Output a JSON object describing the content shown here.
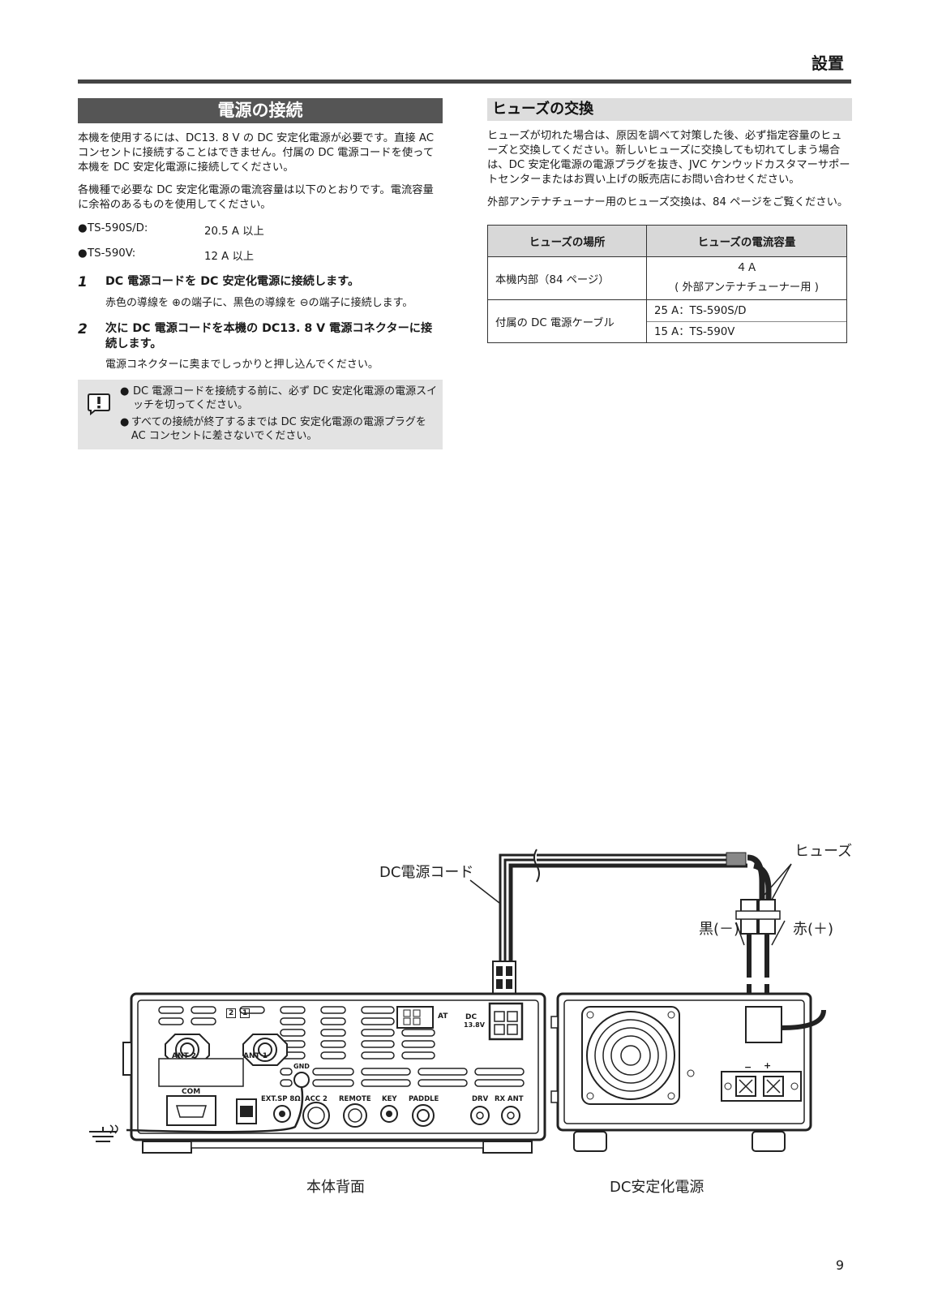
{
  "header": {
    "title": "設置"
  },
  "left": {
    "section_title": "電源の接続",
    "para1": "本機を使用するには、DC13. 8 V の DC 安定化電源が必要です。直接 AC コンセントに接続することはできません。付属の DC 電源コードを使って本機を DC 安定化電源に接続してください。",
    "para2": "各機種で必要な DC 安定化電源の電流容量は以下のとおりです。電流容量に余裕のあるものを使用してください。",
    "bullets": [
      {
        "model": "TS-590S/D:",
        "value": "20.5 A 以上"
      },
      {
        "model": "TS-590V:",
        "value": "12 A 以上"
      }
    ],
    "steps": [
      {
        "num": "1",
        "text": "DC 電源コードを DC 安定化電源に接続します。",
        "sub": "赤色の導線を ⊕の端子に、黒色の導線を ⊖の端子に接続します。"
      },
      {
        "num": "2",
        "text": "次に DC 電源コードを本機の DC13. 8 V 電源コネクターに接続します。",
        "sub": "電源コネクターに奥までしっかりと押し込んでください。"
      }
    ],
    "notes": [
      "DC 電源コードを接続する前に、必ず DC 安定化電源の電源スイッチを切ってください。",
      "すべての接続が終了するまでは DC 安定化電源の電源プラグを AC コンセントに差さないでください。"
    ]
  },
  "right": {
    "section_title": "ヒューズの交換",
    "para1": "ヒューズが切れた場合は、原因を調べて対策した後、必ず指定容量のヒューズと交換してください。新しいヒューズに交換しても切れてしまう場合は、DC 安定化電源の電源プラグを抜き、JVC ケンウッドカスタマーサポートセンターまたはお買い上げの販売店にお問い合わせください。",
    "para2": "外部アンテナチューナー用のヒューズ交換は、84 ページをご覧ください。",
    "table": {
      "headers": [
        "ヒューズの場所",
        "ヒューズの電流容量"
      ],
      "rows": [
        {
          "location": "本機内部（84 ページ）",
          "cap1": "４Ａ",
          "cap2": "( 外部アンテナチューナー用 )"
        },
        {
          "location": "付属の DC 電源ケーブル",
          "cap1": "25 A：TS-590S/D",
          "cap2": "15 A：TS-590V"
        }
      ]
    }
  },
  "figure": {
    "label_cord": "DC電源コード",
    "label_fuse": "ヒューズ",
    "label_black": "黒(－)",
    "label_red": "赤(＋)",
    "label_rear": "本体背面",
    "label_psu": "DC安定化電源",
    "panel": {
      "ant2": "ANT 2",
      "ant1": "ANT 1",
      "at": "AT",
      "dc": "DC",
      "dc_v": "13.8V",
      "gnd": "GND",
      "com": "COM",
      "extsp": "EXT.SP 8Ω",
      "acc2": "ACC 2",
      "remote": "REMOTE",
      "key": "KEY",
      "paddle": "PADDLE",
      "drv": "DRV",
      "rxant": "RX ANT",
      "n2": "2",
      "n1": "1",
      "minus": "−",
      "plus": "+"
    }
  },
  "page_number": "9"
}
